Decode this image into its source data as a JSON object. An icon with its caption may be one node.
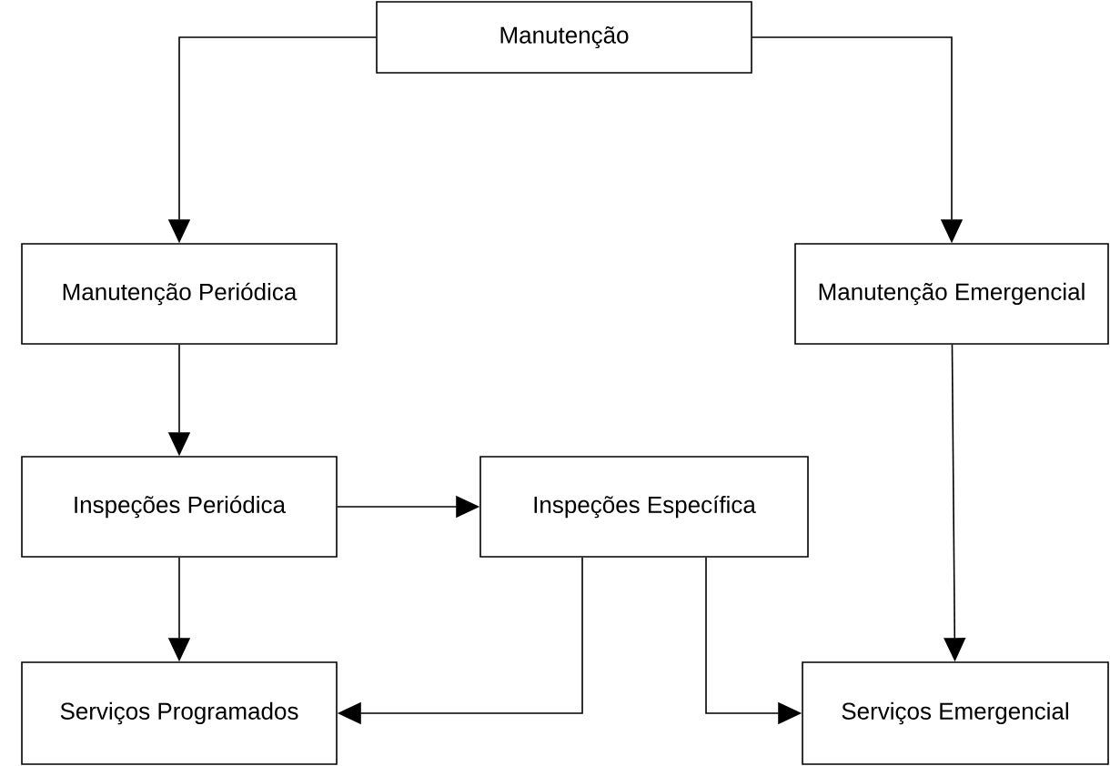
{
  "diagram": {
    "nodes": [
      {
        "text": [
          "Manutenção"
        ]
      },
      {
        "text": [
          "Manutenção Periódica"
        ]
      },
      {
        "text": [
          "Manutenção Emergencial"
        ]
      },
      {
        "text": [
          "Inspeções Periódica"
        ]
      },
      {
        "text": [
          "Inspeções Específica"
        ]
      },
      {
        "text": [
          "Serviços Programados"
        ]
      },
      {
        "text": [
          "Serviços Emergencial"
        ]
      }
    ],
    "edges": [
      {
        "from": 0,
        "to": 1,
        "arrow": "to"
      },
      {
        "from": 0,
        "to": 2,
        "arrow": "to"
      },
      {
        "from": 1,
        "to": 3,
        "arrow": "to"
      },
      {
        "from": 3,
        "to": 4,
        "arrow": "to"
      },
      {
        "from": 3,
        "to": 5,
        "arrow": "to"
      },
      {
        "from": 4,
        "to": 5,
        "arrow": "to"
      },
      {
        "from": 4,
        "to": 6,
        "arrow": "to"
      },
      {
        "from": 2,
        "to": 6,
        "arrow": "to"
      }
    ]
  }
}
